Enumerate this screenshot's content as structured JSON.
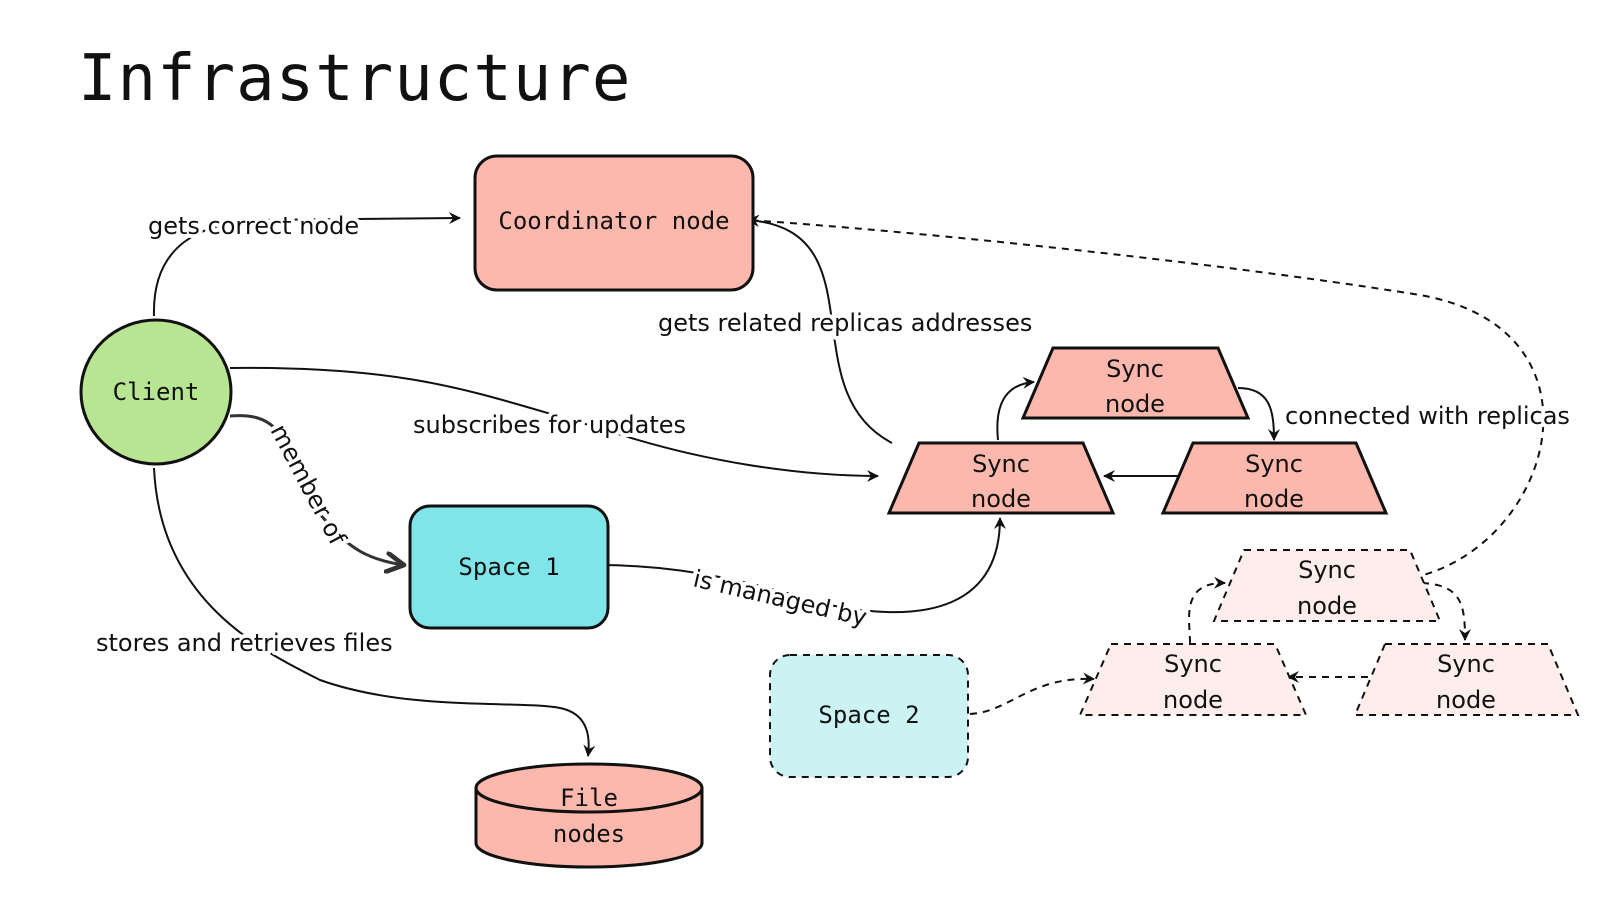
{
  "title": "Infrastructure",
  "colors": {
    "node_fill": "#fcb8ad",
    "node_fill_faded": "#fdeeec",
    "client_fill": "#b8e591",
    "space1_fill": "#7fe5e9",
    "space2_fill": "#ccf3f4",
    "stroke": "#111111"
  },
  "nodes": {
    "coordinator": "Coordinator node",
    "client": "Client",
    "space1": "Space 1",
    "space2": "Space 2",
    "file_nodes": [
      "File",
      "nodes"
    ],
    "sync_top": [
      "Sync",
      "node"
    ],
    "sync_left": [
      "Sync",
      "node"
    ],
    "sync_right": [
      "Sync",
      "node"
    ],
    "sync_faded_top": [
      "Sync",
      "node"
    ],
    "sync_faded_left": [
      "Sync",
      "node"
    ],
    "sync_faded_right": [
      "Sync",
      "node"
    ]
  },
  "edges": {
    "gets_correct_node": "gets correct node",
    "gets_related_replicas": "gets related replicas addresses",
    "subscribes_for_updates": "subscribes for updates",
    "member_of": "member of",
    "is_managed_by": "is managed by",
    "stores_and_retrieves": "stores and retrieves files",
    "connected_with_replicas": "connected with replicas"
  }
}
